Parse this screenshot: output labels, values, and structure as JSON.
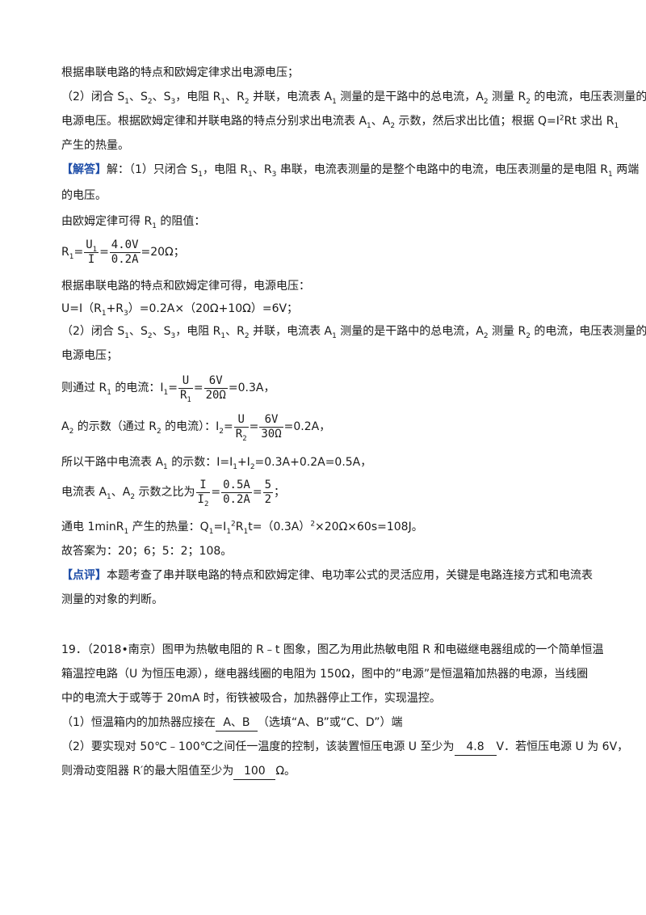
{
  "analysis": {
    "l1": "根据串联电路的特点和欧姆定律求出电源电压；",
    "l2": {
      "p1": "（2）闭合 S",
      "s1": "1",
      "p2": "、S",
      "s2": "2",
      "p3": "、S",
      "s3": "3",
      "p4": "，电阻 R",
      "r1": "1",
      "p5": "、R",
      "r2": "2",
      "p6": " 并联，电流表 A",
      "a1": "1",
      "p7": " 测量的是干路中的总电流，A",
      "a2": "2",
      "p8": " 测量 R",
      "r2b": "2",
      "p9": " 的电流，电压表测量的是"
    },
    "l3": {
      "p1": "电源电压。根据欧姆定律和并联电路的特点分别求出电流表 A",
      "a1": "1",
      "p2": "、A",
      "a2": "2",
      "p3": " 示数，然后求出比值；根据 Q=I",
      "sq": "2",
      "p4": "Rt 求出 R",
      "r1": "1"
    },
    "l4": "产生的热量。"
  },
  "solution": {
    "tag": "【解答】",
    "l1": {
      "p1": "解：（1）只闭合 S",
      "s1": "1",
      "p2": "，电阻 R",
      "r1": "1",
      "p3": "、R",
      "r3": "3",
      "p4": " 串联，电流表测量的是整个电路中的电流，电压表测量的是电阻 R",
      "r1b": "1",
      "p5": " 两端"
    },
    "l2": "的电压。",
    "l3": {
      "p1": "由欧姆定律可得 R",
      "r1": "1",
      "p2": " 的阻值："
    },
    "eq1": {
      "lhs": "R",
      "lhs_sub": "1",
      "eq": "=",
      "f1_num": "U",
      "f1_num_sub": "1",
      "f1_den": "I",
      "f2_num": "4.0V",
      "f2_den": "0.2A",
      "rhs": "=20Ω；"
    },
    "l4": "根据串联电路的特点和欧姆定律可得，电源电压：",
    "eq2": {
      "p1": "U=I（R",
      "s1": "1",
      "p2": "+R",
      "s3": "3",
      "p3": "）=0.2A×（20Ω+10Ω）=6V；"
    },
    "l5": {
      "p1": "（2）闭合 S",
      "s1": "1",
      "p2": "、S",
      "s2": "2",
      "p3": "、S",
      "s3": "3",
      "p4": "，电阻 R",
      "r1": "1",
      "p5": "、R",
      "r2": "2",
      "p6": " 并联，电流表 A",
      "a1": "1",
      "p7": " 测量的是干路中的总电流，A",
      "a2": "2",
      "p8": " 测量 R",
      "r2b": "2",
      "p9": " 的电流，电压表测量的是"
    },
    "l6": "电源电压；",
    "eq3": {
      "pre": "则通过 R",
      "pre_sub": "1",
      "mid": " 的电流：I",
      "mid_sub": "1",
      "eq": "=",
      "f1_num": "U",
      "f1_den": "R",
      "f1_den_sub": "1",
      "f2_num": "6V",
      "f2_den": "20Ω",
      "rhs": "=0.3A，"
    },
    "eq4": {
      "pre": "A",
      "pre_sub": "2",
      "mid": " 的示数（通过 R",
      "mid_sub": "2",
      "mid2": " 的电流）：I",
      "mid2_sub": "2",
      "eq": "=",
      "f1_num": "U",
      "f1_den": "R",
      "f1_den_sub": "2",
      "f2_num": "6V",
      "f2_den": "30Ω",
      "rhs": "=0.2A，"
    },
    "eq5": {
      "p1": "所以干路中电流表 A",
      "a1": "1",
      "p2": " 的示数：I=I",
      "i1": "1",
      "p3": "+I",
      "i2": "2",
      "p4": "=0.3A+0.2A=0.5A，"
    },
    "eq6": {
      "pre": "电流表 A",
      "pre_sub": "1",
      "mid": "、A",
      "mid_sub": "2",
      "mid2": " 示数之比为",
      "f1_num": "I",
      "f1_den": "I",
      "f1_den_sub": "2",
      "eq": "=",
      "f2_num": "0.5A",
      "f2_den": "0.2A",
      "eq2": "=",
      "f3_num": "5",
      "f3_den": "2",
      "rhs": "；"
    },
    "eq7": {
      "p1": "通电 1minR",
      "r1": "1",
      "p2": " 产生的热量：Q",
      "q1": "1",
      "p3": "=I",
      "i1": "1",
      "sq": "2",
      "p4": "R",
      "r1b": "1",
      "p5": "t=（0.3A）",
      "sq2": "2",
      "p6": "×20Ω×60s=108J。"
    },
    "answer": "故答案为：20；6；5：2；108。"
  },
  "comment": {
    "tag": "【点评】",
    "l1": "本题考查了串并联电路的特点和欧姆定律、电功率公式的灵活应用，关键是电路连接方式和电流表",
    "l2": "测量的对象的判断。"
  },
  "q19": {
    "l1": "19．（2018•南京）图甲为热敏电阻的 R﹣t 图象，图乙为用此热敏电阻 R 和电磁继电器组成的一个简单恒温",
    "l2": "箱温控电路（U 为恒压电源），继电器线圈的电阻为 150Ω，图中的”电源”是恒温箱加热器的电源，当线圈",
    "l3": "中的电流大于或等于 20mA 时，衔铁被吸合，加热器停止工作，实现温控。",
    "p1": {
      "pre": "（1）恒温箱内的加热器应接在",
      "blank": "A、B",
      "post": "（选填“A、B”或“C、D”）端"
    },
    "p2": {
      "pre": "（2）要实现对 50℃﹣100℃之间任一温度的控制，该装置恒压电源 U 至少为",
      "blank1": "4.8",
      "mid": "V．若恒压电源 U 为 6V，",
      "pre2": "则滑动变阻器 R′的最大阻值至少为",
      "blank2": "100",
      "post": "Ω。"
    }
  }
}
